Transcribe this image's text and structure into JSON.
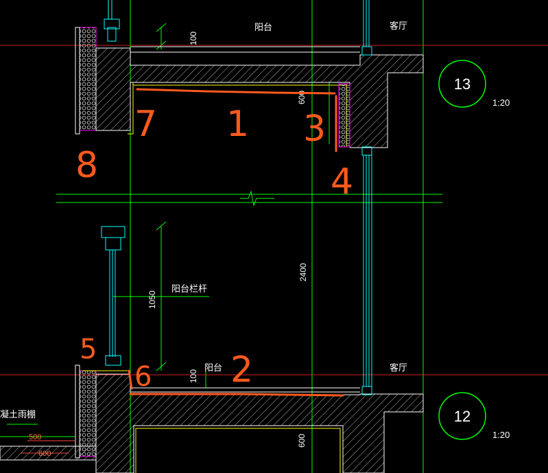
{
  "drawing": {
    "room_labels": {
      "balcony_top": "阳台",
      "living_top": "客厅",
      "balcony_bottom": "阳台",
      "living_bottom": "客厅",
      "balcony_railing": "阳台栏杆",
      "canopy": "凝土雨棚"
    },
    "dimensions": {
      "top_100": "100",
      "top_600": "600",
      "mid_2400": "2400",
      "mid_1050": "1050",
      "bottom_100": "100",
      "bottom_600": "600",
      "canopy_500": "500",
      "canopy_600": "600"
    },
    "axis_markers": [
      {
        "number": "13",
        "scale": "1:20"
      },
      {
        "number": "12",
        "scale": "1:20"
      }
    ],
    "annotations": [
      "1",
      "2",
      "3",
      "4",
      "5",
      "6",
      "7",
      "8"
    ],
    "colors": {
      "background": "#000000",
      "wall": "#ffffff",
      "axis": "#00ff00",
      "glazing": "#00ffff",
      "annotation": "#ff5a1e",
      "finish": "#ffff00",
      "insulation": "#ff00ff",
      "dimension_text": "#ffffff"
    }
  }
}
